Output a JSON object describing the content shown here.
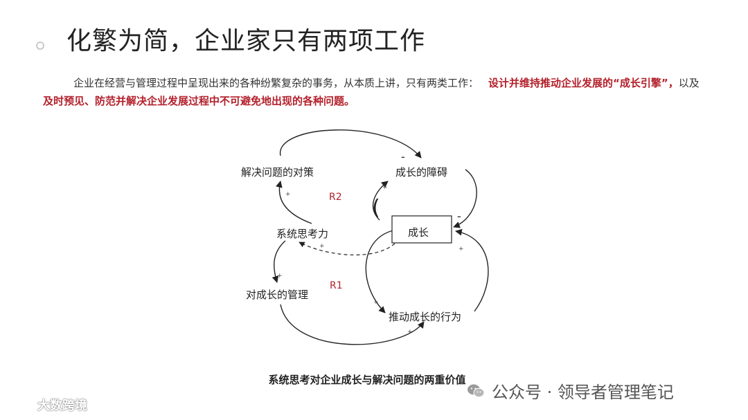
{
  "header": {
    "title": "化繁为简，企业家只有两项工作"
  },
  "intro": {
    "text_1": "企业在经营与管理过程中呈现出来的各种纷繁复杂的事务，从本质上讲，只有两类工作：",
    "highlight_1": "设计并维持推动企业发展的“成长引擎”，",
    "text_2": "以及",
    "highlight_2": "及时预见、防范并解决企业发展过程中不可避免地出现的各种问题。"
  },
  "diagram": {
    "nodes": {
      "solution": "解决问题的对策",
      "obstacle": "成长的障碍",
      "growth": "成长",
      "systems_thinking": "系统思考力",
      "growth_management": "对成长的管理",
      "growth_actions": "推动成长的行为"
    },
    "loops": {
      "r2": "R2",
      "r1": "R1"
    },
    "polarity": {
      "plus": "+",
      "minus": "-",
      "paren": "("
    },
    "colors": {
      "loop_label": "#b3202b",
      "highlight": "#b3202b"
    }
  },
  "caption": "系统思考对企业成长与解决问题的两重价值",
  "watermark_right": {
    "icon": "wechat-icon",
    "text": "公众号 · 领导者管理笔记"
  },
  "watermark_left": {
    "icon": "brand-logo-icon",
    "text": "大数跨境"
  }
}
